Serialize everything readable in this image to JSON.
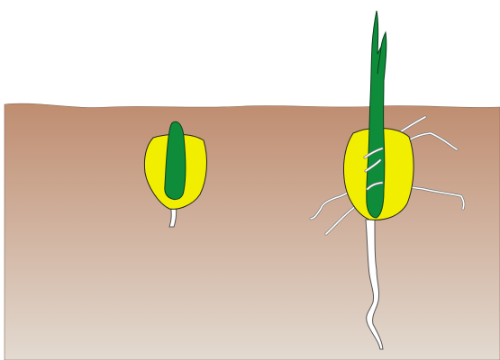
{
  "diagram": {
    "stages": [
      {
        "id": "early-germination",
        "parts": [
          "seed",
          "coleoptile",
          "radicle"
        ]
      },
      {
        "id": "later-germination",
        "parts": [
          "seed",
          "coleoptile",
          "leaf-tips",
          "primary-root",
          "lateral-roots"
        ]
      }
    ]
  },
  "colors": {
    "sky": "#ffffff",
    "soil_top": "#bf8d70",
    "soil_bottom": "#e3dad1",
    "seed_fill": "#f2ee00",
    "seed_outline": "#222222",
    "shoot_fill": "#0e8c3a",
    "shoot_outline": "#0a3d1e",
    "root_fill": "#ffffff",
    "root_outline": "#555555"
  }
}
